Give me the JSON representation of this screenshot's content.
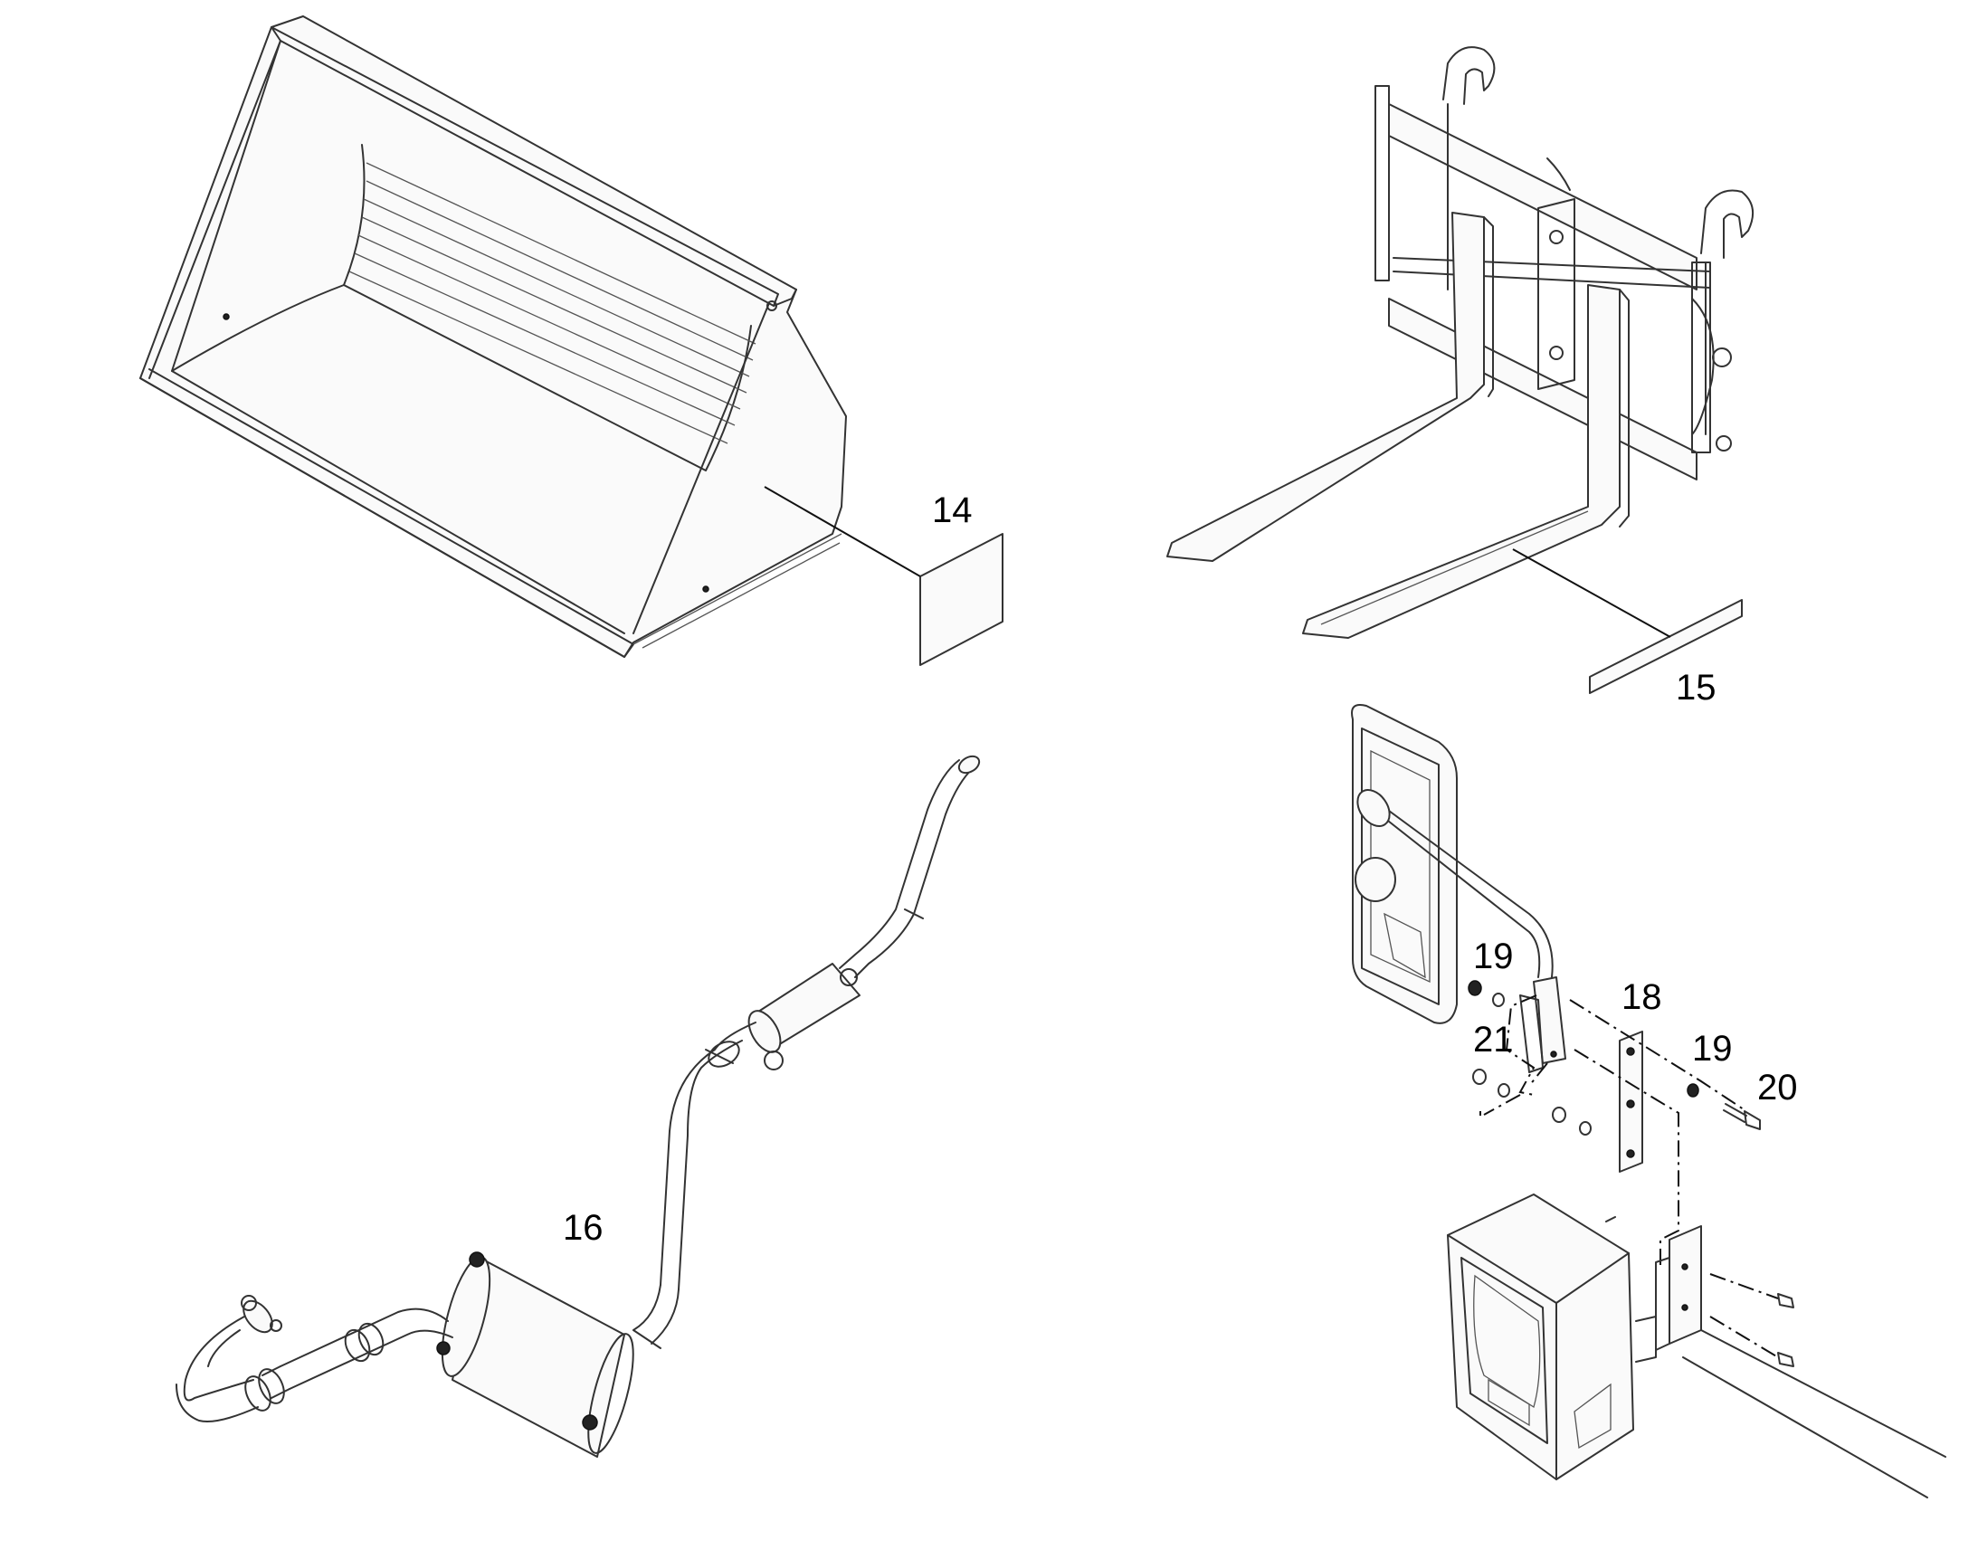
{
  "callouts": {
    "c14": "14",
    "c15": "15",
    "c16": "16",
    "c18": "18",
    "c19a": "19",
    "c19b": "19",
    "c20": "20",
    "c21": "21"
  }
}
